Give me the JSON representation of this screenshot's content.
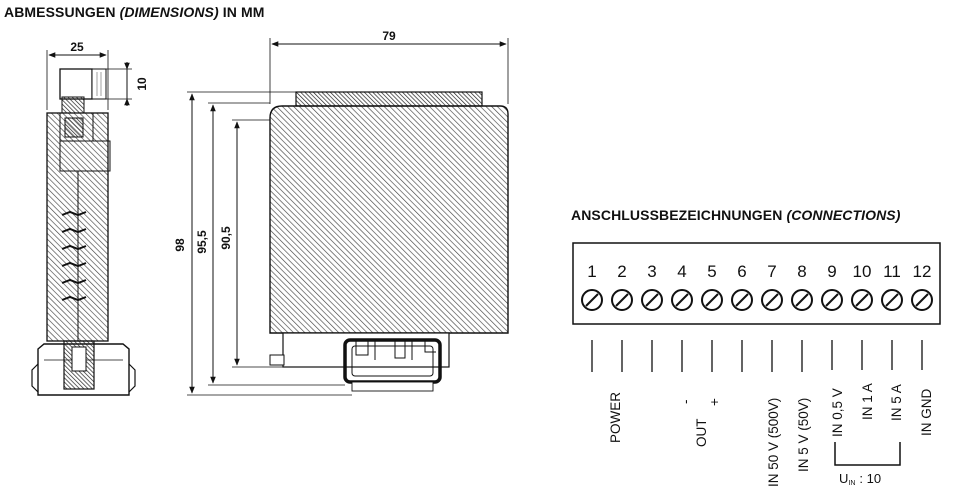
{
  "headings": {
    "dimensions": {
      "main": "ABMESSUNGEN",
      "italic": "(DIMENSIONS)",
      "suffix": "IN MM"
    },
    "connections": {
      "main": "ANSCHLUSSBEZEICHNUNGEN",
      "italic": "(CONNECTIONS)"
    }
  },
  "dimensions": {
    "width_side": "25",
    "height_top": "10",
    "total_height": "98",
    "height_mid": "95,5",
    "height_inner": "90,5",
    "width_front": "79"
  },
  "terminals": [
    "1",
    "2",
    "3",
    "4",
    "5",
    "6",
    "7",
    "8",
    "9",
    "10",
    "11",
    "12"
  ],
  "signals": {
    "power": "POWER",
    "out": "OUT",
    "out_minus": "-",
    "out_plus": "+",
    "in50v": "IN 50 V (500V)",
    "in5v": "IN 5 V (50V)",
    "in05v": "IN 0,5 V",
    "in1a": "IN 1 A",
    "in5a": "IN 5 A",
    "ingnd": "IN GND"
  },
  "un_label": {
    "main": "U",
    "sub": "IN",
    "suffix": ": 10"
  }
}
